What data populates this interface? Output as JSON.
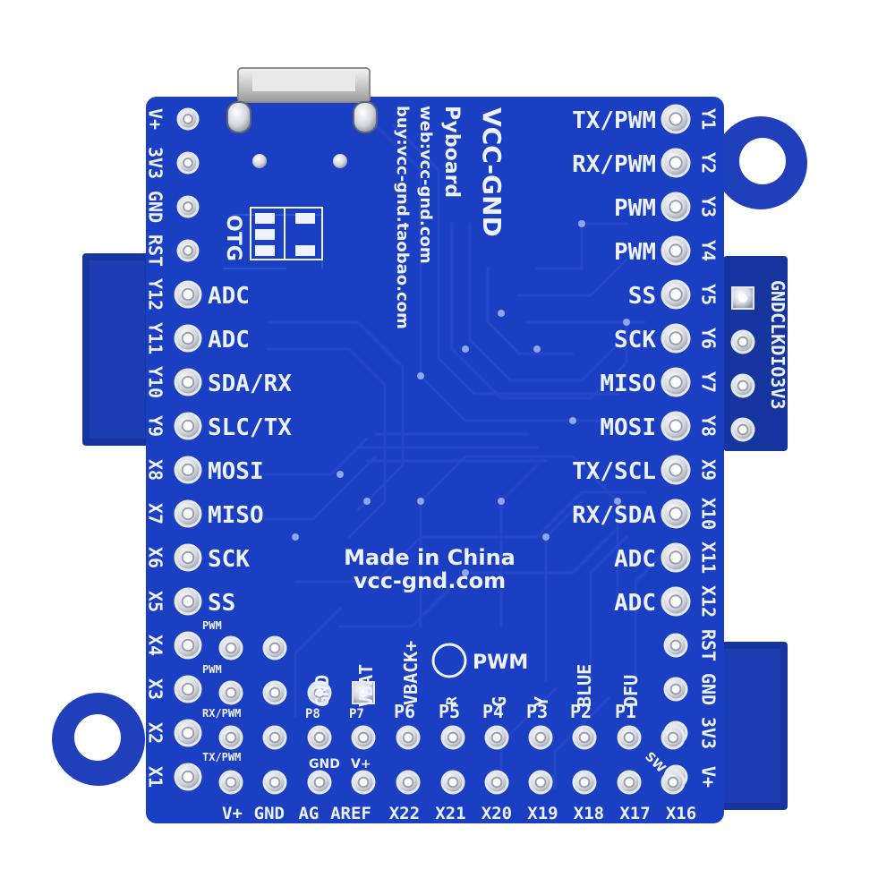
{
  "board": {
    "brand": "VCC-GND",
    "model": "Pyboard",
    "web": "web:vcc-gnd.com",
    "buy": "buy:vcc-gnd.taobao.com",
    "otg": "OTG",
    "made_in": "Made in China",
    "site": "vcc-gnd.com",
    "pwm_ring_label": "PWM"
  },
  "left_pins": [
    "V+",
    "3V3",
    "GND",
    "RST",
    "Y12",
    "Y11",
    "Y10",
    "Y9",
    "X8",
    "X7",
    "X6",
    "X5",
    "X4",
    "X3",
    "X2",
    "X1"
  ],
  "left_funcs": [
    "",
    "",
    "",
    "",
    "ADC",
    "ADC",
    "SDA/RX",
    "SLC/TX",
    "MOSI",
    "MISO",
    "SCK",
    "SS",
    "",
    "",
    "",
    ""
  ],
  "left_small": [
    "PWM",
    "PWM",
    "RX/PWM",
    "TX/PWM"
  ],
  "right_pins": [
    "Y1",
    "Y2",
    "Y3",
    "Y4",
    "Y5",
    "Y6",
    "Y7",
    "Y8",
    "X9",
    "X10",
    "X11",
    "X12",
    "RST",
    "GND",
    "3V3",
    "V+"
  ],
  "right_funcs": [
    "TX/PWM",
    "RX/PWM",
    "PWM",
    "PWM",
    "SS",
    "SCK",
    "MISO",
    "MOSI",
    "TX/SCL",
    "RX/SDA",
    "ADC",
    "ADC",
    "",
    "",
    "",
    ""
  ],
  "swd_header": [
    "3V3",
    "DIO",
    "CLK",
    "GND"
  ],
  "bottom_pins": [
    "V+",
    "GND",
    "AG",
    "AREF",
    "X22",
    "X21",
    "X20",
    "X19",
    "X18",
    "X17",
    "X16"
  ],
  "mid_labels": [
    "P8",
    "P7",
    "P6",
    "P5",
    "P4",
    "P3",
    "P2",
    "P1"
  ],
  "mid_upper": [
    "GND",
    "VBAT",
    "VBACK+",
    "R",
    "G",
    "Y",
    "BLUE",
    "DFU"
  ],
  "gnd_label": "GND",
  "vplus_label": "V+",
  "sw_label": "SW"
}
